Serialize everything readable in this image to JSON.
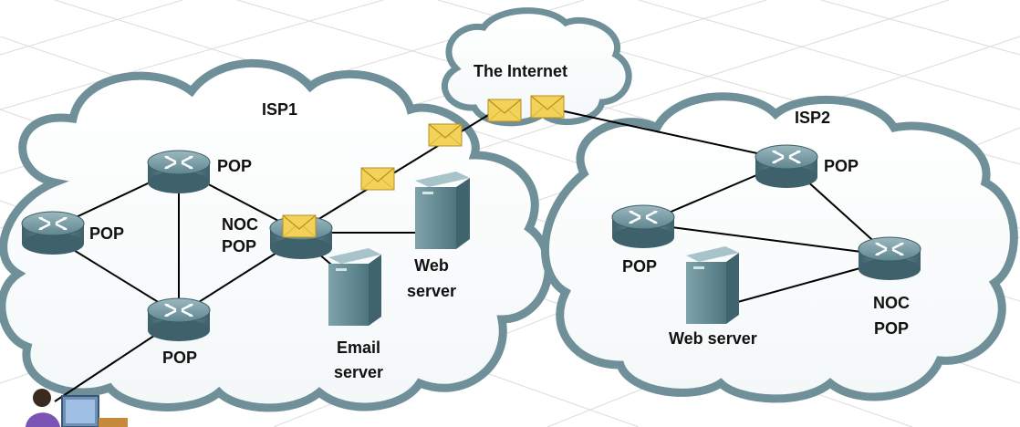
{
  "diagram": {
    "internet_label": "The Internet",
    "isp1": {
      "label": "ISP1",
      "pop_top": "POP",
      "pop_left": "POP",
      "pop_bottom": "POP",
      "noc_line1": "NOC",
      "noc_line2": "POP",
      "web_server_line1": "Web",
      "web_server_line2": "server",
      "email_server_line1": "Email",
      "email_server_line2": "server"
    },
    "isp2": {
      "label": "ISP2",
      "pop_top": "POP",
      "pop_left": "POP",
      "noc_line1": "NOC",
      "noc_line2": "POP",
      "web_server": "Web server"
    }
  },
  "colors": {
    "cloud_outline": "#6f8f99",
    "router_body": "#4d7480",
    "server_body": "#5f8790",
    "envelope": "#f2d35a",
    "link": "#000000",
    "grid": "#d9d9d9"
  },
  "icons": [
    "router-icon",
    "server-icon",
    "envelope-icon",
    "cloud-icon",
    "user-workstation-icon"
  ]
}
